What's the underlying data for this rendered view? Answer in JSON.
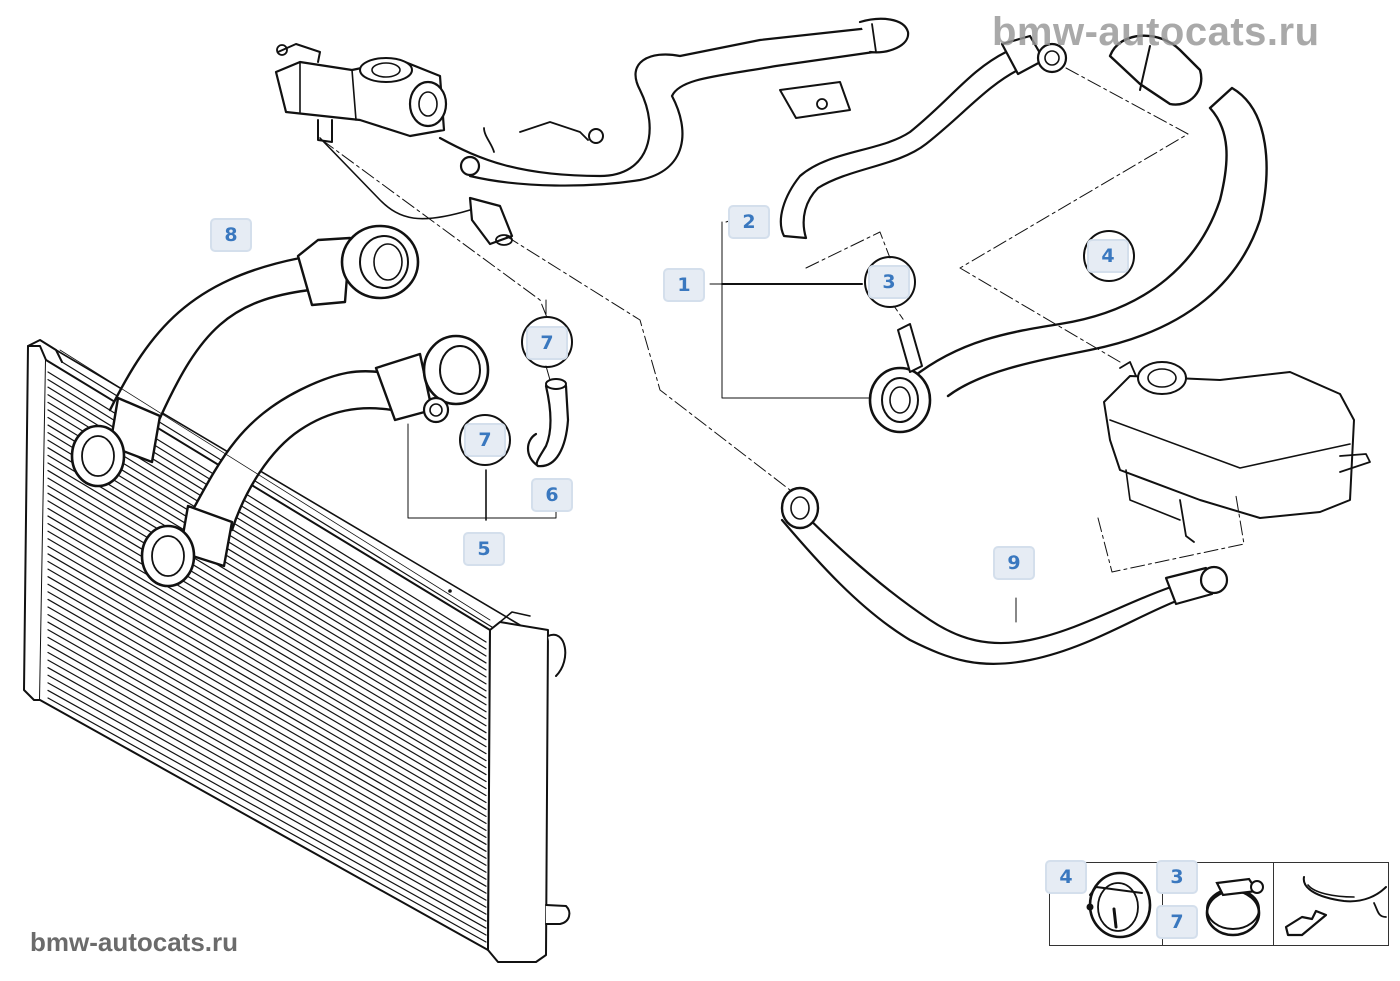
{
  "diagram": {
    "title": "Cooling system water hoses",
    "watermarks": {
      "top": "bmw-autocats.ru",
      "bottom": "bmw-autocats.ru"
    },
    "callouts": [
      {
        "id": "c1",
        "label": "1",
        "part": "hose-set"
      },
      {
        "id": "c2",
        "label": "2",
        "part": "vent-hose"
      },
      {
        "id": "c3",
        "label": "3",
        "part": "hose-clamp",
        "circled": true
      },
      {
        "id": "c4",
        "label": "4",
        "part": "radiator-to-thermostat-hose",
        "circled": true
      },
      {
        "id": "c5",
        "label": "5",
        "part": "lower-hose-set"
      },
      {
        "id": "c6",
        "label": "6",
        "part": "small-hose"
      },
      {
        "id": "c7a",
        "label": "7",
        "part": "hose-clamp",
        "circled": true
      },
      {
        "id": "c7b",
        "label": "7",
        "part": "hose-clamp",
        "circled": true
      },
      {
        "id": "c8",
        "label": "8",
        "part": "radiator-hose"
      },
      {
        "id": "c9",
        "label": "9",
        "part": "expansion-tank-hose"
      }
    ],
    "components": [
      "thermostat-housing",
      "radiator",
      "expansion-tank",
      "upper-coolant-hose",
      "lower-coolant-hose",
      "vent-hose",
      "bypass-hose",
      "expansion-tank-hose"
    ],
    "legend": {
      "items": [
        {
          "label": "4",
          "icon": "quick-connector-icon"
        },
        {
          "label": "3",
          "icon": "hose-clamp-icon"
        },
        {
          "label": "7",
          "icon": "hose-clamp-icon"
        },
        {
          "label": "",
          "icon": "front-bumper-arrow-icon"
        }
      ]
    }
  }
}
